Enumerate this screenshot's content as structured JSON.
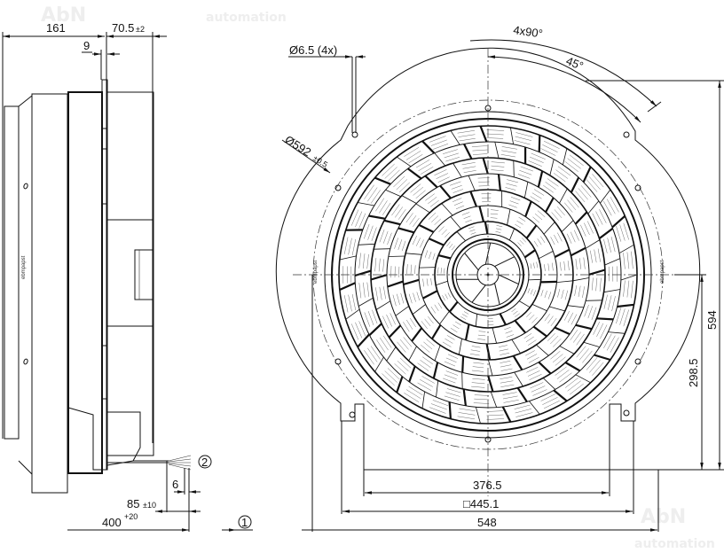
{
  "drawing": {
    "watermark": {
      "line1": "AbN",
      "line2": "automation"
    },
    "side_view": {
      "dims": {
        "depth_body": "161",
        "depth_flange": "70.5",
        "depth_flange_tol": "±2",
        "flange_thickness": "9",
        "cable_strip": "6",
        "cable_sheath": "85",
        "cable_sheath_tol": "±10",
        "cable_length": "400",
        "cable_length_tol": "+20"
      },
      "label_text": "ebmpapst"
    },
    "front_view": {
      "dims": {
        "hole_dia": "Ø6.5 (4x)",
        "circle_dia": "Ø592",
        "circle_dia_tol": "±0.5",
        "angle_pattern": "4x90°",
        "angle_offset": "45°",
        "base_width": "376.5",
        "square": "□445.1",
        "overall_width": "548",
        "overall_height": "594",
        "center_height": "298.5"
      },
      "label_text": "ebmpapst"
    },
    "callouts": [
      {
        "id": "1",
        "label": "1"
      },
      {
        "id": "2",
        "label": "2"
      }
    ]
  }
}
